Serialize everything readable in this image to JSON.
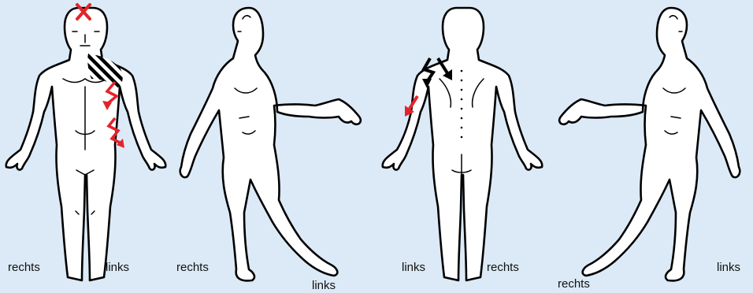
{
  "colors": {
    "background": "#dbeaf6",
    "outline": "#000000",
    "fill": "#ffffff",
    "pain_red": "#e3232a",
    "pain_black": "#000000"
  },
  "figures": [
    {
      "view": "front",
      "labels": {
        "right": "rechts",
        "left": "links"
      },
      "markings": [
        {
          "type": "x-cross",
          "color": "red",
          "region": "forehead"
        },
        {
          "type": "hatching",
          "color": "black",
          "region": "left shoulder and upper chest"
        },
        {
          "type": "zigzag-arrow",
          "color": "red",
          "region": "left upper arm"
        },
        {
          "type": "zigzag-arrow",
          "color": "red",
          "region": "left forearm"
        }
      ]
    },
    {
      "view": "right-side",
      "labels": {
        "right": "rechts",
        "left": "links"
      },
      "markings": []
    },
    {
      "view": "back",
      "labels": {
        "left": "links",
        "right": "rechts"
      },
      "markings": [
        {
          "type": "zigzag-arrow",
          "color": "black",
          "region": "left shoulder"
        },
        {
          "type": "arrow",
          "color": "black",
          "region": "left upper back"
        },
        {
          "type": "arrow",
          "color": "red",
          "region": "left upper arm"
        }
      ]
    },
    {
      "view": "left-side",
      "labels": {
        "right": "rechts",
        "left": "links"
      },
      "markings": []
    }
  ]
}
